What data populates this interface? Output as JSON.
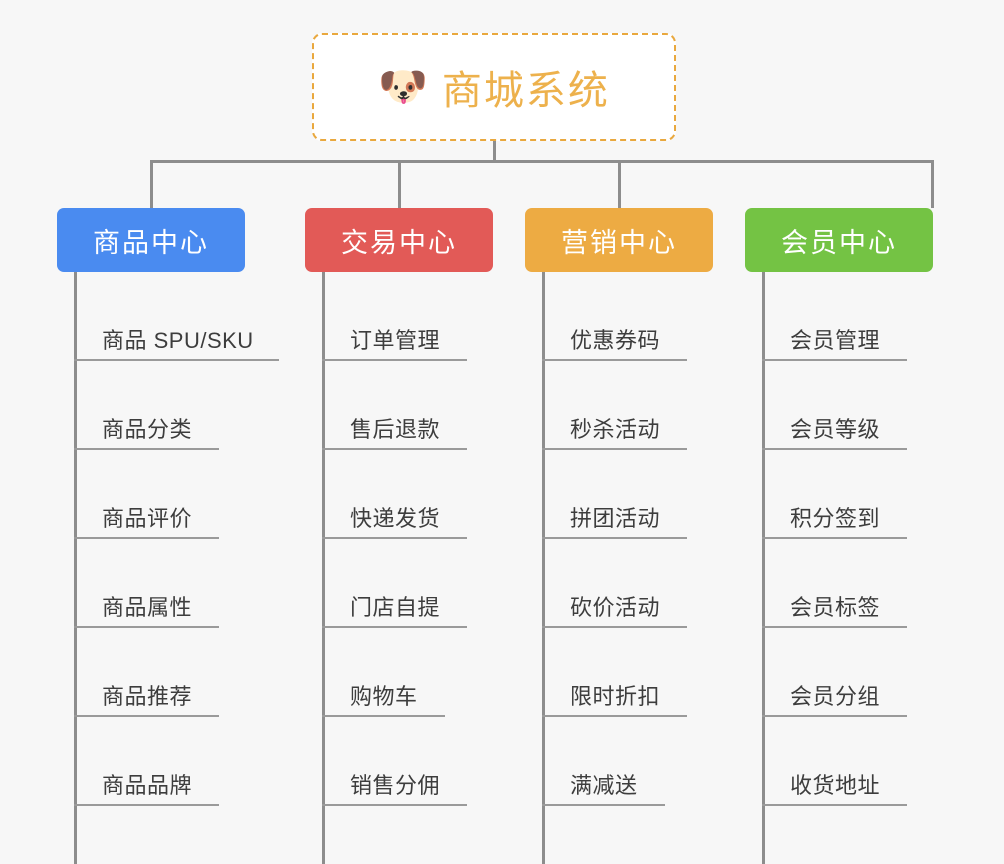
{
  "page": {
    "background_color": "#f7f7f7",
    "line_color": "#8d8d8d",
    "leaf_line_color": "#9a9a9a",
    "leaf_text_color": "#3d3d3d"
  },
  "root": {
    "icon": "shiba-dog-face-emoji",
    "emoji": "🐶",
    "title": "商城系统",
    "text_color": "#edb14c",
    "border_color": "#e9a83e",
    "background_color": "#ffffff"
  },
  "columns": [
    {
      "id": "product-center",
      "label": "商品中心",
      "color": "#4a8bf0",
      "items": [
        {
          "label": "商品 SPU/SKU",
          "underline_width": 205
        },
        {
          "label": "商品分类",
          "underline_width": 145
        },
        {
          "label": "商品评价",
          "underline_width": 145
        },
        {
          "label": "商品属性",
          "underline_width": 145
        },
        {
          "label": "商品推荐",
          "underline_width": 145
        },
        {
          "label": "商品品牌",
          "underline_width": 145
        }
      ]
    },
    {
      "id": "trade-center",
      "label": "交易中心",
      "color": "#e25a57",
      "items": [
        {
          "label": "订单管理",
          "underline_width": 145
        },
        {
          "label": "售后退款",
          "underline_width": 145
        },
        {
          "label": "快递发货",
          "underline_width": 145
        },
        {
          "label": "门店自提",
          "underline_width": 145
        },
        {
          "label": "购物车",
          "underline_width": 123
        },
        {
          "label": "销售分佣",
          "underline_width": 145
        }
      ]
    },
    {
      "id": "marketing-center",
      "label": "营销中心",
      "color": "#edab43",
      "items": [
        {
          "label": "优惠券码",
          "underline_width": 145
        },
        {
          "label": "秒杀活动",
          "underline_width": 145
        },
        {
          "label": "拼团活动",
          "underline_width": 145
        },
        {
          "label": "砍价活动",
          "underline_width": 145
        },
        {
          "label": "限时折扣",
          "underline_width": 145
        },
        {
          "label": "满减送",
          "underline_width": 123
        }
      ]
    },
    {
      "id": "member-center",
      "label": "会员中心",
      "color": "#74c344",
      "items": [
        {
          "label": "会员管理",
          "underline_width": 145
        },
        {
          "label": "会员等级",
          "underline_width": 145
        },
        {
          "label": "积分签到",
          "underline_width": 145
        },
        {
          "label": "会员标签",
          "underline_width": 145
        },
        {
          "label": "会员分组",
          "underline_width": 145
        },
        {
          "label": "收货地址",
          "underline_width": 145
        }
      ]
    }
  ]
}
